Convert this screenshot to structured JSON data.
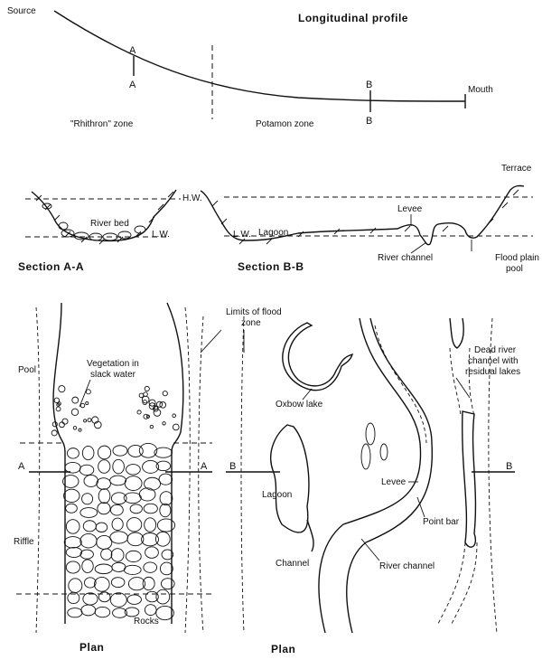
{
  "profile": {
    "title": "Longitudinal profile",
    "source": "Source",
    "mouth": "Mouth",
    "a_top": "A",
    "a_bottom": "A",
    "b_top": "B",
    "b_bottom": "B",
    "rhithron": "\"Rhithron\" zone",
    "potamon": "Potamon zone"
  },
  "section_a": {
    "title": "Section A-A",
    "hw": "H.W.",
    "lw": "L.W.",
    "river_bed": "River bed"
  },
  "section_b": {
    "title": "Section B-B",
    "lw": "L.W.",
    "lagoon": "Lagoon",
    "levee": "Levee",
    "river_channel": "River channel",
    "flood_plain_pool_1": "Flood plain",
    "flood_plain_pool_2": "pool",
    "terrace": "Terrace"
  },
  "plan_left": {
    "title": "Plan",
    "pool": "Pool",
    "riffle": "Riffle",
    "rocks": "Rocks",
    "vegetation_1": "Vegetation in",
    "vegetation_2": "slack water",
    "a_left": "A",
    "a_right": "A"
  },
  "flood_zone": {
    "line1": "Limits of flood",
    "line2": "zone"
  },
  "plan_right": {
    "title": "Plan",
    "b_left": "B",
    "b_right": "B",
    "oxbow": "Oxbow lake",
    "lagoon": "Lagoon",
    "channel": "Channel",
    "river_channel": "River channel",
    "point_bar": "Point bar",
    "levee": "Levee",
    "dead_1": "Dead river",
    "dead_2": "channel with",
    "dead_3": "residual lakes"
  }
}
